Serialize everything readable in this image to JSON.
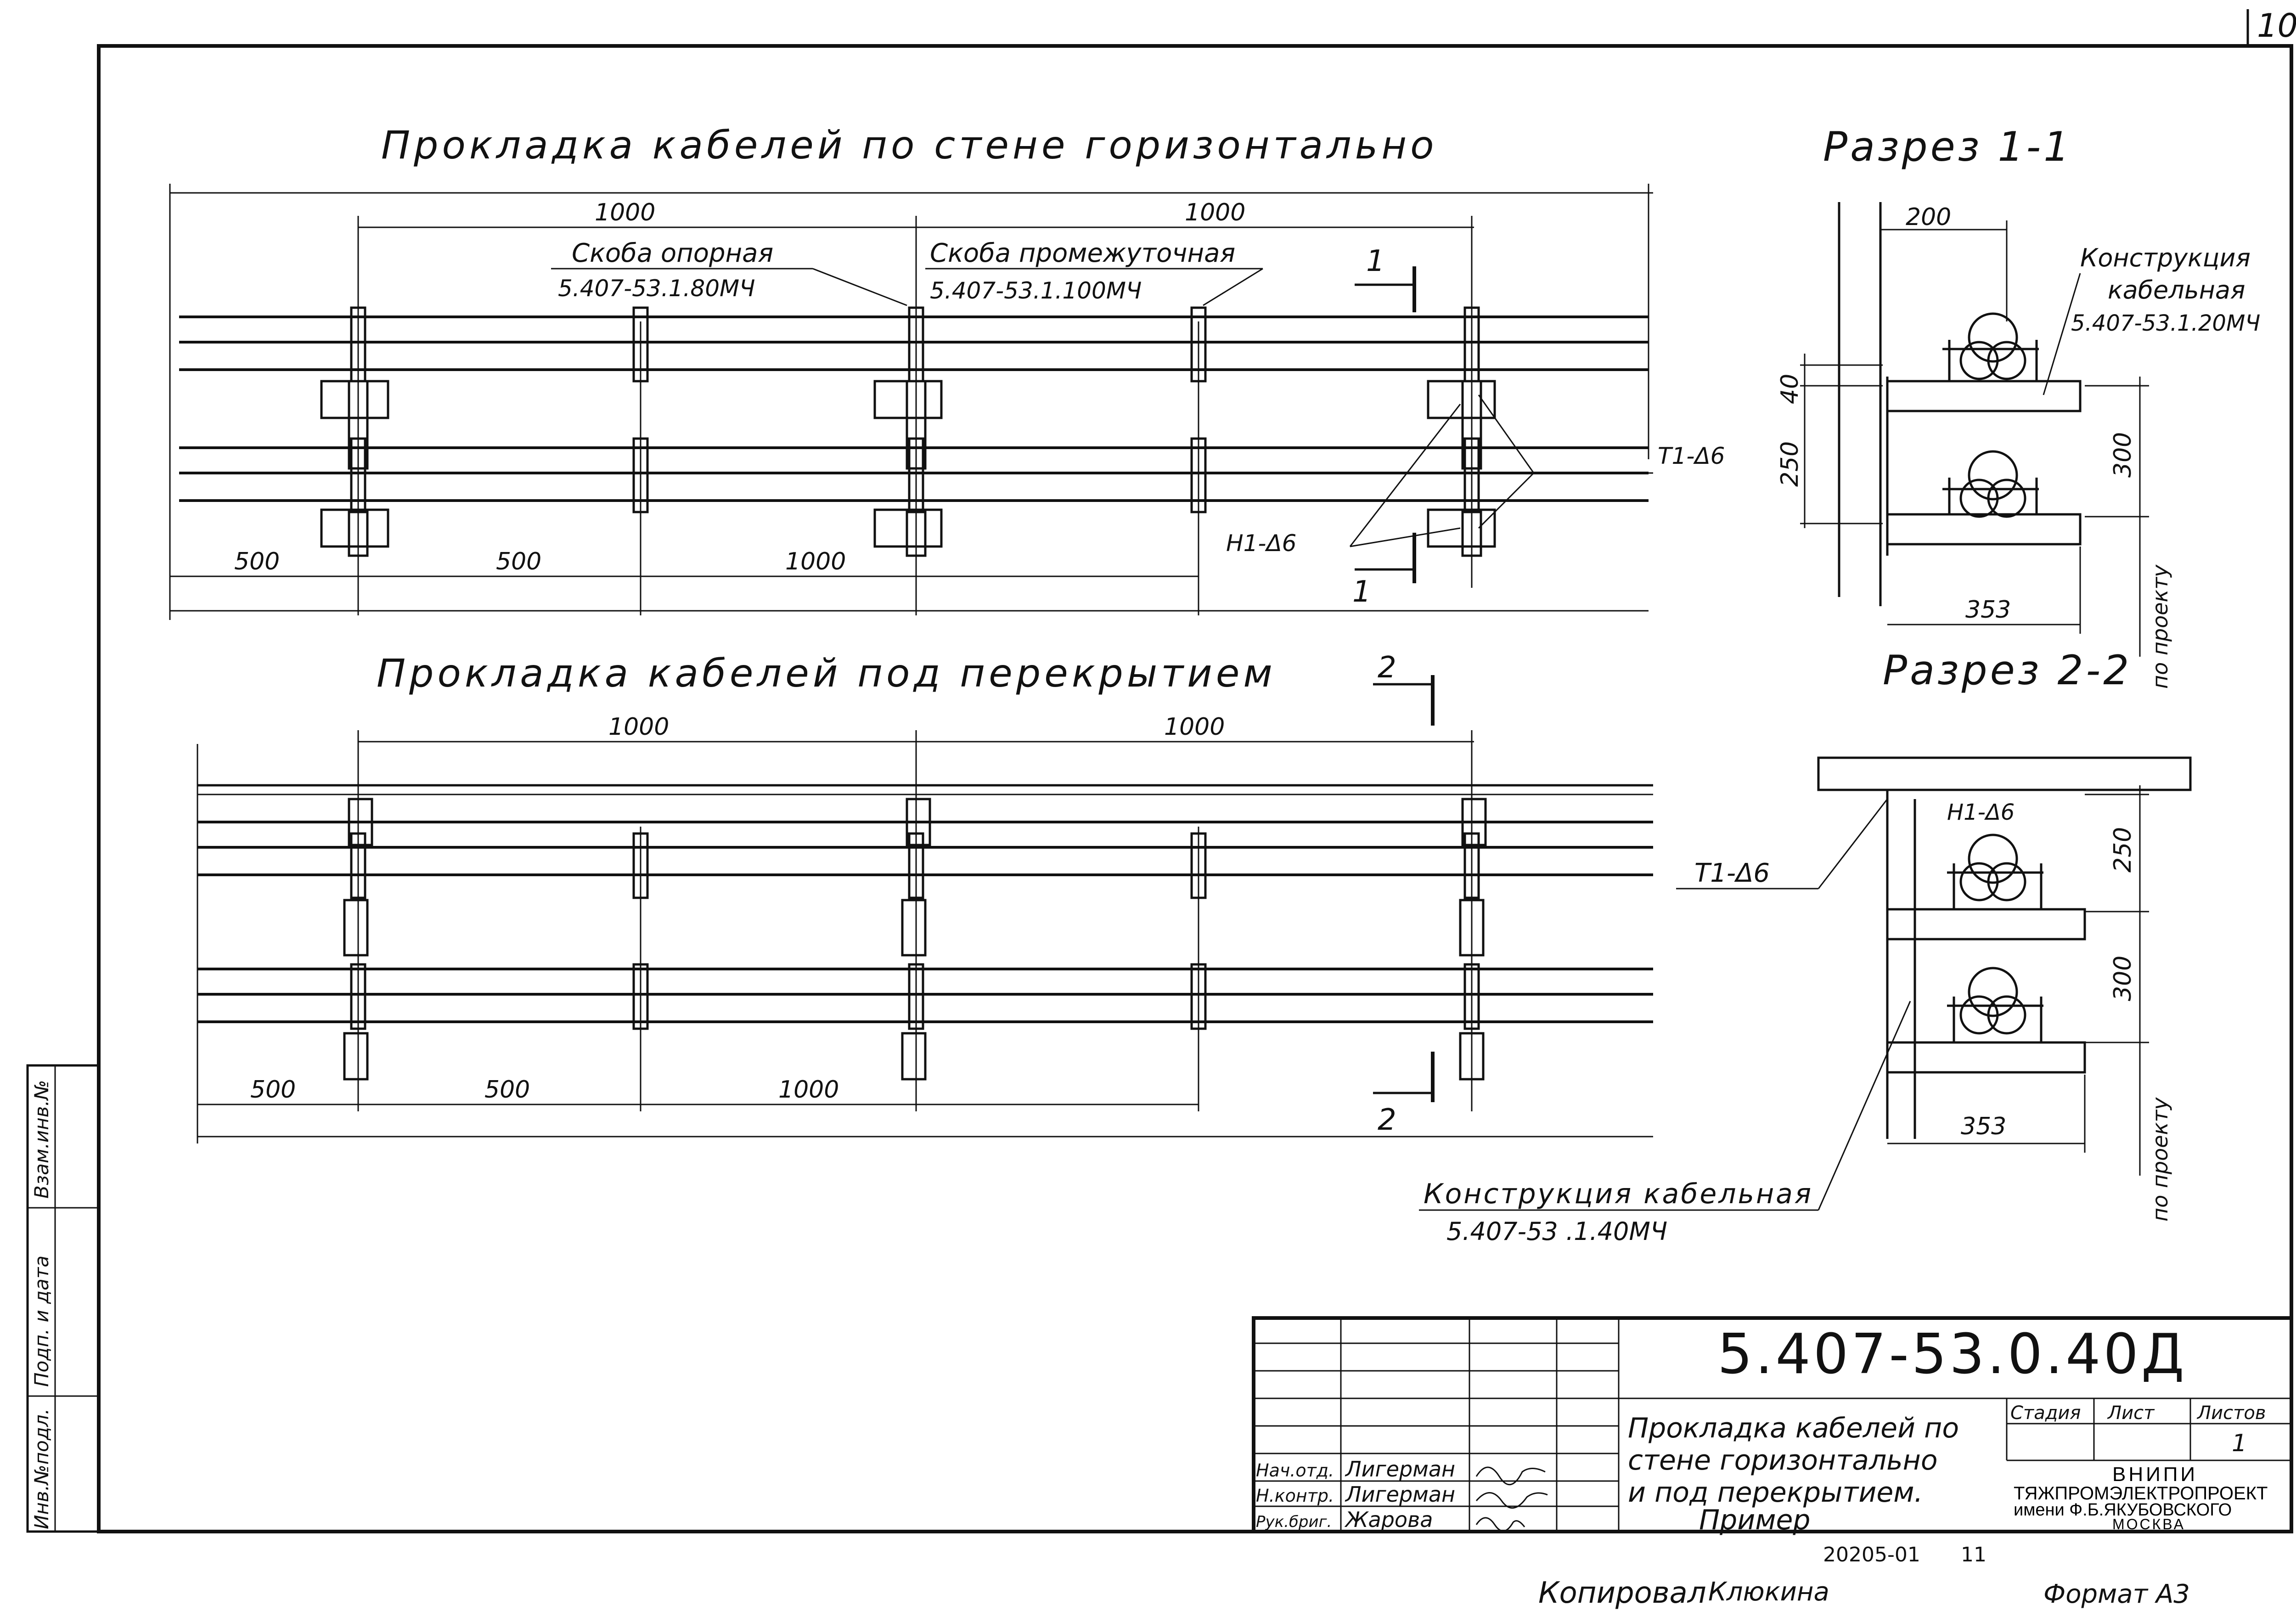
{
  "sheet": {
    "page_number": "10",
    "stamp_side": [
      "Взам.инв.№",
      "Подп. и дата",
      "Инв.№подл."
    ]
  },
  "views": {
    "wall": {
      "title": "Прокладка кабелей по стене горизонтально",
      "top_dims": [
        "1000",
        "1000"
      ],
      "bottom_dims": [
        "500",
        "500",
        "1000"
      ],
      "label_support": "Скоба опорная",
      "code_support": "5.407-53.1.80МЧ",
      "label_inter": "Скоба промежуточная",
      "code_inter": "5.407-53.1.100МЧ",
      "cut_label": "1",
      "mark_t1": "Т1-Δ6",
      "mark_n1": "Н1-Δ6"
    },
    "ceiling": {
      "title": "Прокладка кабелей под перекрытием",
      "top_dims": [
        "1000",
        "1000"
      ],
      "bottom_dims": [
        "500",
        "500",
        "1000"
      ],
      "cut_label": "2"
    },
    "section1": {
      "title": "Разрез 1-1",
      "dim_200": "200",
      "dim_40": "40",
      "dim_250": "250",
      "dim_300": "300",
      "dim_353": "353",
      "po_proektu": "по проекту",
      "construction_label": [
        "Конструкция",
        "кабельная"
      ],
      "construction_code": "5.407-53.1.20МЧ"
    },
    "section2": {
      "title": "Разрез 2-2",
      "mark_n1": "Н1-Δ6",
      "mark_t1": "Т1-Δ6",
      "dim_250": "250",
      "dim_300": "300",
      "dim_353": "353",
      "po_proektu": "по проекту",
      "construction_label": "Конструкция кабельная",
      "construction_code": "5.407-53 .1.40МЧ"
    }
  },
  "title_block": {
    "doc_code": "5.407-53.0.40Д",
    "title_lines": [
      "Прокладка кабелей по",
      "стене горизонтально",
      "и под перекрытием.",
      "Пример"
    ],
    "col_stage": "Стадия",
    "col_sheet": "Лист",
    "col_sheets": "Листов",
    "sheets_value": "1",
    "org_lines": [
      "ВНИПИ",
      "ТЯЖПРОМЭЛЕКТРОПРОЕКТ",
      "имени Ф.Б.ЯКУБОВСКОГО",
      "МОСКВА"
    ],
    "roles": [
      {
        "role": "Нач.отд.",
        "name": "Лигерман"
      },
      {
        "role": "Н.контр.",
        "name": "Лигерман"
      },
      {
        "role": "Рук.бриг.",
        "name": "Жарова"
      }
    ],
    "archive_no": "20205-01",
    "archive_sheet": "11",
    "copied_by": "Копировал",
    "copier": "Клюкина",
    "format": "Формат А3"
  }
}
